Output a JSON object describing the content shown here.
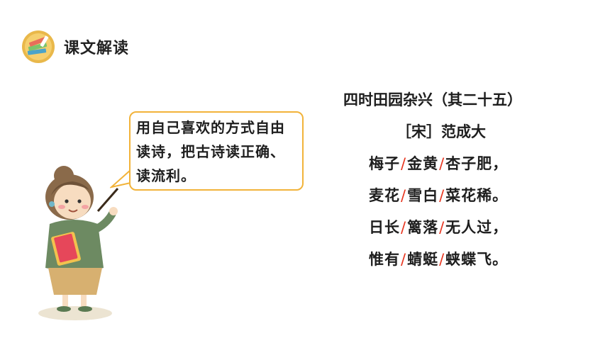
{
  "header": {
    "title": "课文解读",
    "icon": "books-icon",
    "accent": "#f2b33a"
  },
  "bubble": {
    "text": "用自己喜欢的方式自由读诗，把古诗读正确、读流利。",
    "border_color": "#f2b33a"
  },
  "poem": {
    "title": "四时田园杂兴（其二十五）",
    "author": "［宋］范成大",
    "slash": "/",
    "slash_color": "#e8351f",
    "lines": [
      {
        "parts": [
          "梅子",
          "金黄",
          "杏子肥，"
        ]
      },
      {
        "parts": [
          "麦花",
          "雪白",
          "菜花稀。"
        ]
      },
      {
        "parts": [
          "日长",
          "篱落",
          "无人过，"
        ]
      },
      {
        "parts": [
          "惟有",
          "蜻蜓",
          "蛱蝶飞。"
        ]
      }
    ]
  }
}
